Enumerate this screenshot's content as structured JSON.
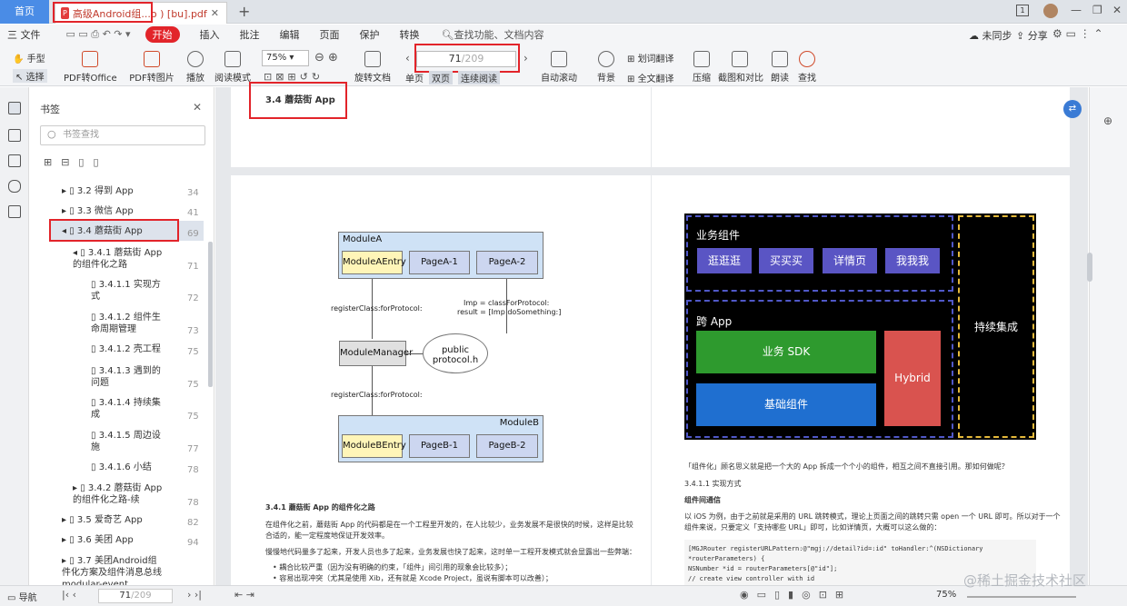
{
  "tabs": {
    "home": "首页",
    "doc": "高级Android组...o ) [bu].pdf"
  },
  "menu": {
    "file": "三 文件",
    "start": "开始",
    "items": [
      "插入",
      "批注",
      "编辑",
      "页面",
      "保护",
      "转换"
    ],
    "search": "查找功能、文档内容",
    "sync": "未同步",
    "share": "分享"
  },
  "toolbar": {
    "hand": "手型",
    "select": "选择",
    "pdf_office": "PDF转Office",
    "pdf_image": "PDF转图片",
    "play": "播放",
    "read_mode": "阅读模式",
    "zoom": "75%",
    "rotate": "旋转文档",
    "page_current": "71",
    "page_total": "/209",
    "single": "单页",
    "double": "双页",
    "continuous": "连续阅读",
    "auto_scroll": "自动滚动",
    "background": "背景",
    "word_translate": "划词翻译",
    "full_translate": "全文翻译",
    "compress": "压缩",
    "screenshot": "截图和对比",
    "read_aloud": "朗读",
    "find": "查找"
  },
  "bookmarks": {
    "title": "书签",
    "search_placeholder": "书签查找",
    "items": [
      {
        "label": "3.2 得到 App",
        "page": "34"
      },
      {
        "label": "3.3 微信 App",
        "page": "41"
      },
      {
        "label": "3.4 蘑菇街 App",
        "page": "69"
      },
      {
        "label": "3.4.1 蘑菇街 App 的组件化之路",
        "page": "71"
      },
      {
        "label": "3.4.1.1 实现方式",
        "page": "72"
      },
      {
        "label": "3.4.1.2 组件生命周期管理",
        "page": "73"
      },
      {
        "label": "3.4.1.2 壳工程",
        "page": "75"
      },
      {
        "label": "3.4.1.3 遇到的问题",
        "page": "75"
      },
      {
        "label": "3.4.1.4 持续集成",
        "page": "75"
      },
      {
        "label": "3.4.1.5 周边设施",
        "page": "77"
      },
      {
        "label": "3.4.1.6 小结",
        "page": "78"
      },
      {
        "label": "3.4.2 蘑菇街 App 的组件化之路-续",
        "page": "78"
      },
      {
        "label": "3.5 爱奇艺 App",
        "page": "82"
      },
      {
        "label": "3.6 美团 App",
        "page": "94"
      },
      {
        "label": "3.7 美团Android组件化方案及组件消息总线modular-event",
        "page": ""
      }
    ]
  },
  "page_top": {
    "heading": "3.4 蘑菇街 App"
  },
  "diagram_left": {
    "module_a": "ModuleA",
    "module_a_entry": "ModuleAEntry",
    "page_a1": "PageA-1",
    "page_a2": "PageA-2",
    "register1": "registerClass:forProtocol:",
    "imp": "Imp = classForProtocol:",
    "result": "result = [Imp doSomething:]",
    "manager": "ModuleManager",
    "protocol1": "public",
    "protocol2": "protocol.h",
    "register2": "registerClass:forProtocol:",
    "module_b": "ModuleB",
    "module_b_entry": "ModuleBEntry",
    "page_b1": "PageB-1",
    "page_b2": "PageB-2"
  },
  "left_text": {
    "heading": "3.4.1 蘑菇街 App 的组件化之路",
    "p1a": "在组件化之前，蘑菇街 App 的代码都是在一个工程里开发的，在人比较少，业务发展不是很快的时候，这样是比较",
    "p1b": "合适的，能一定程度地保证开发效率。",
    "p2": "慢慢地代码量多了起来，开发人员也多了起来，业务发展也快了起来，这时单一工程开发模式就会显露出一些弊端：",
    "b1": "耦合比较严重（因为没有明确的约束，「组件」间引用的现象会比较多）；",
    "b2": "容易出现冲突（尤其是使用 Xib，还有就是 Xcode Project，虽说有脚本可以改善）；"
  },
  "diagram_right": {
    "business": "业务组件",
    "btn1": "逛逛逛",
    "btn2": "买买买",
    "btn3": "详情页",
    "btn4": "我我我",
    "cross_app": "跨 App",
    "sdk": "业务 SDK",
    "base": "基础组件",
    "hybrid": "Hybrid",
    "ci": "持续集成"
  },
  "right_text": {
    "p1": "「组件化」顾名思义就是把一个大的 App 拆成一个个小的组件，相互之间不直接引用。那如何做呢？",
    "h1": "3.4.1.1 实现方式",
    "h2": "组件间通信",
    "p2a": "以 iOS 为例，由于之前就是采用的 URL 跳转模式，理论上页面之间的跳转只需 open 一个 URL 即可。所以对于一个",
    "p2b": "组件来说，只要定义「支持哪些 URL」即可，比如详情页，大概可以这么做的：",
    "code1": "[MGJRouter registerURLPattern:@\"mgj://detail?id=:id\" toHandler:^(NSDictionary",
    "code2": "*routerParameters) {",
    "code3": "    NSNumber *id = routerParameters[@\"id\"];",
    "code4": "    // create view controller with id"
  },
  "status": {
    "nav": "导航",
    "page_current": "71",
    "page_total": "/209",
    "zoom": "75%",
    "watermark": "@稀土掘金技术社区"
  }
}
